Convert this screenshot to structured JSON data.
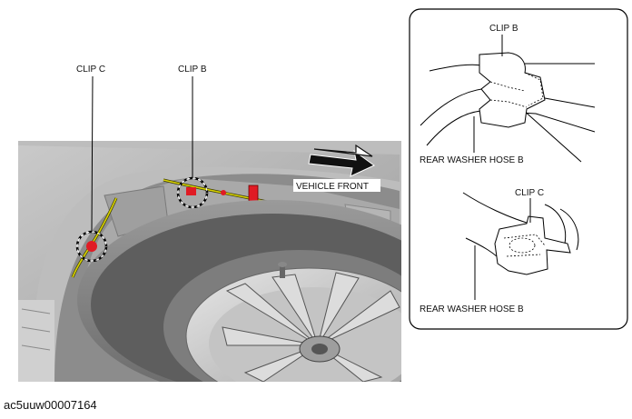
{
  "main_view": {
    "labels": {
      "clip_c": "CLIP C",
      "clip_b": "CLIP B",
      "vehicle_front": "VEHICLE FRONT"
    }
  },
  "detail_panel": {
    "clip_b_label": "CLIP B",
    "clip_b_hose_label": "REAR WASHER HOSE B",
    "clip_c_label": "CLIP C",
    "clip_c_hose_label": "REAR WASHER HOSE B"
  },
  "figure_code": "ac5uuw00007164",
  "colors": {
    "highlight": "#e01b24",
    "harness": "#d8d200",
    "arrow": "#111111"
  }
}
